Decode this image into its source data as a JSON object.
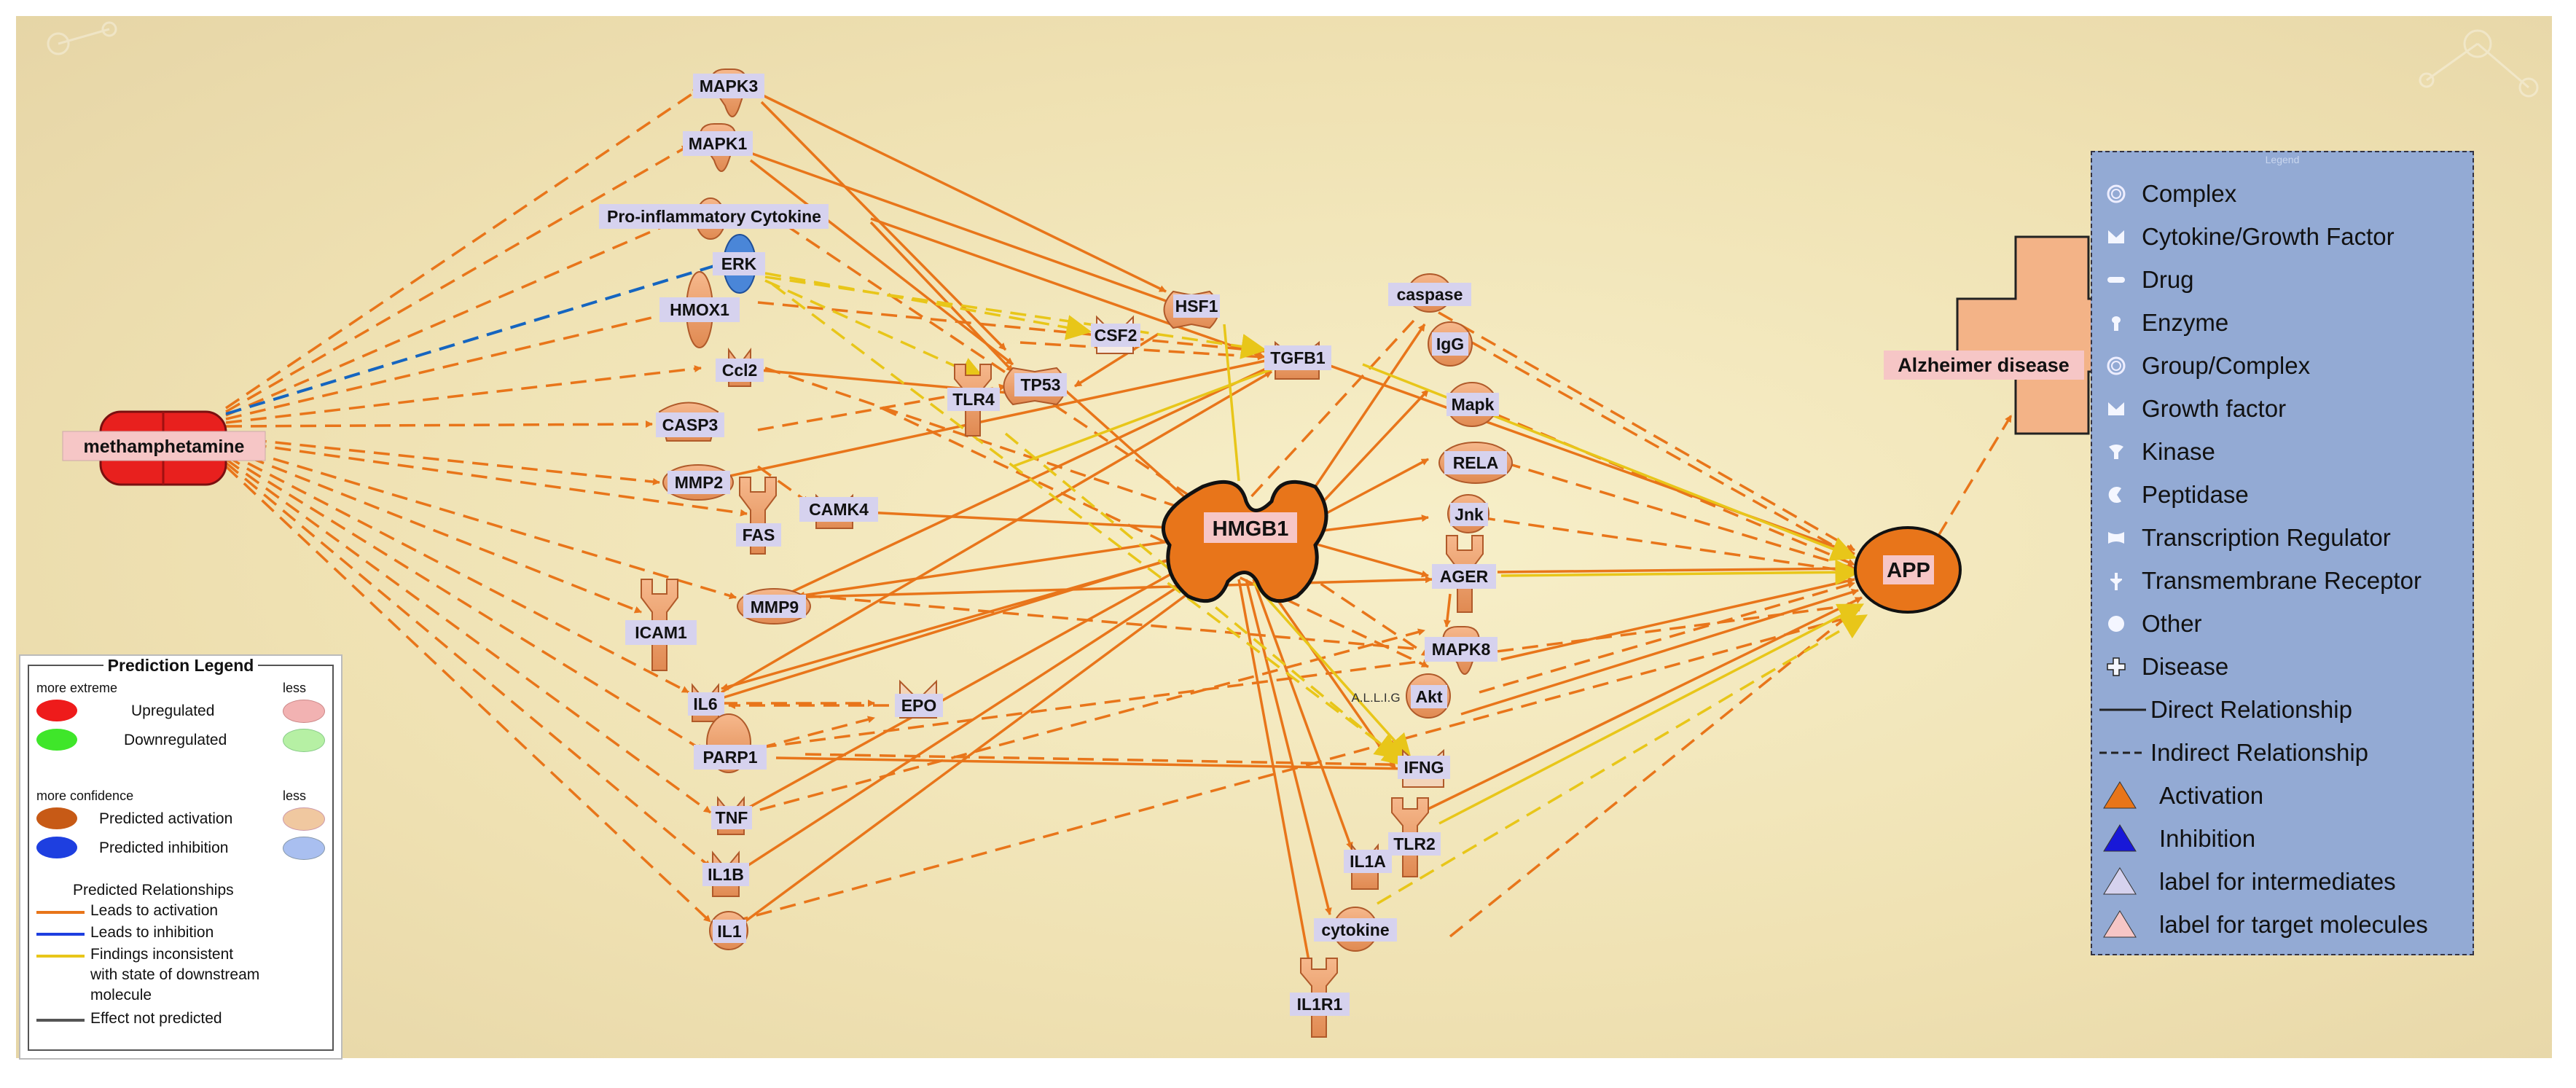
{
  "nodes": {
    "methamphetamine": "methamphetamine",
    "mapk3": "MAPK3",
    "mapk1": "MAPK1",
    "proinflam": "Pro-inflammatory Cytokine",
    "erk": "ERK",
    "hmox1": "HMOX1",
    "ccl2": "Ccl2",
    "casp3": "CASP3",
    "mmp2": "MMP2",
    "camk4": "CAMK4",
    "fas": "FAS",
    "icam1": "ICAM1",
    "mmp9": "MMP9",
    "il6": "IL6",
    "epo": "EPO",
    "parp1": "PARP1",
    "tnf": "TNF",
    "il1b": "IL1B",
    "il1": "IL1",
    "hsf1": "HSF1",
    "csf2": "CSF2",
    "tlr4": "TLR4",
    "tp53": "TP53",
    "tgfb1": "TGFB1",
    "hmgb1": "HMGB1",
    "caspase": "caspase",
    "igg": "IgG",
    "mapk": "Mapk",
    "rela": "RELA",
    "jnk": "Jnk",
    "ager": "AGER",
    "mapk8": "MAPK8",
    "akt": "Akt",
    "ifng": "IFNG",
    "tlr2": "TLR2",
    "il1a": "IL1A",
    "cytokine": "cytokine",
    "il1r1": "IL1R1",
    "app": "APP",
    "alzheimer": "Alzheimer disease"
  },
  "prediction_legend": {
    "title": "Prediction Legend",
    "more_extreme": "more extreme",
    "less_1": "less",
    "upregulated": "Upregulated",
    "downregulated": "Downregulated",
    "more_confidence": "more confidence",
    "less_2": "less",
    "predicted_activation": "Predicted activation",
    "predicted_inhibition": "Predicted inhibition",
    "predicted_relationships": "Predicted Relationships",
    "leads_activation": "Leads to activation",
    "leads_inhibition": "Leads to inhibition",
    "findings_1": "Findings inconsistent",
    "findings_2": "with state of downstream",
    "findings_3": "molecule",
    "effect_not_predicted": "Effect not predicted"
  },
  "type_legend": {
    "header": "Legend",
    "items": [
      {
        "label": "Complex",
        "icon": "circle-outline"
      },
      {
        "label": "Cytokine/Growth Factor",
        "icon": "cytokine-icon"
      },
      {
        "label": "Drug",
        "icon": "drug-icon"
      },
      {
        "label": "Enzyme",
        "icon": "enzyme-icon"
      },
      {
        "label": "Group/Complex",
        "icon": "group-icon"
      },
      {
        "label": "Growth factor",
        "icon": "growth-factor-icon"
      },
      {
        "label": "Kinase",
        "icon": "kinase-icon"
      },
      {
        "label": "Peptidase",
        "icon": "peptidase-icon"
      },
      {
        "label": "Transcription Regulator",
        "icon": "transcription-icon"
      },
      {
        "label": "Transmembrane Receptor",
        "icon": "receptor-icon"
      },
      {
        "label": "Other",
        "icon": "circle-filled"
      },
      {
        "label": "Disease",
        "icon": "cross-icon"
      },
      {
        "label": "Direct Relationship",
        "icon": "solid-line"
      },
      {
        "label": "Indirect Relationship",
        "icon": "dashed-line"
      },
      {
        "label": "Activation",
        "icon": "triangle-orange"
      },
      {
        "label": "Inhibition",
        "icon": "triangle-blue"
      },
      {
        "label": "label for intermediates",
        "icon": "triangle-lavender"
      },
      {
        "label": "label for target molecules",
        "icon": "triangle-pink"
      }
    ]
  },
  "colors": {
    "activation": "#e8751a",
    "inhibition": "#1565c0",
    "inconsistent": "#e8c619",
    "node_orange": "#f0a070",
    "node_red": "#e8201e",
    "node_blue": "#4a86d8",
    "label_bg": "#d6d2ee",
    "target_label_bg": "#f6c6c6",
    "legend_bg": "#93aad4"
  },
  "akt_side_text": "A.L.L.I.G"
}
